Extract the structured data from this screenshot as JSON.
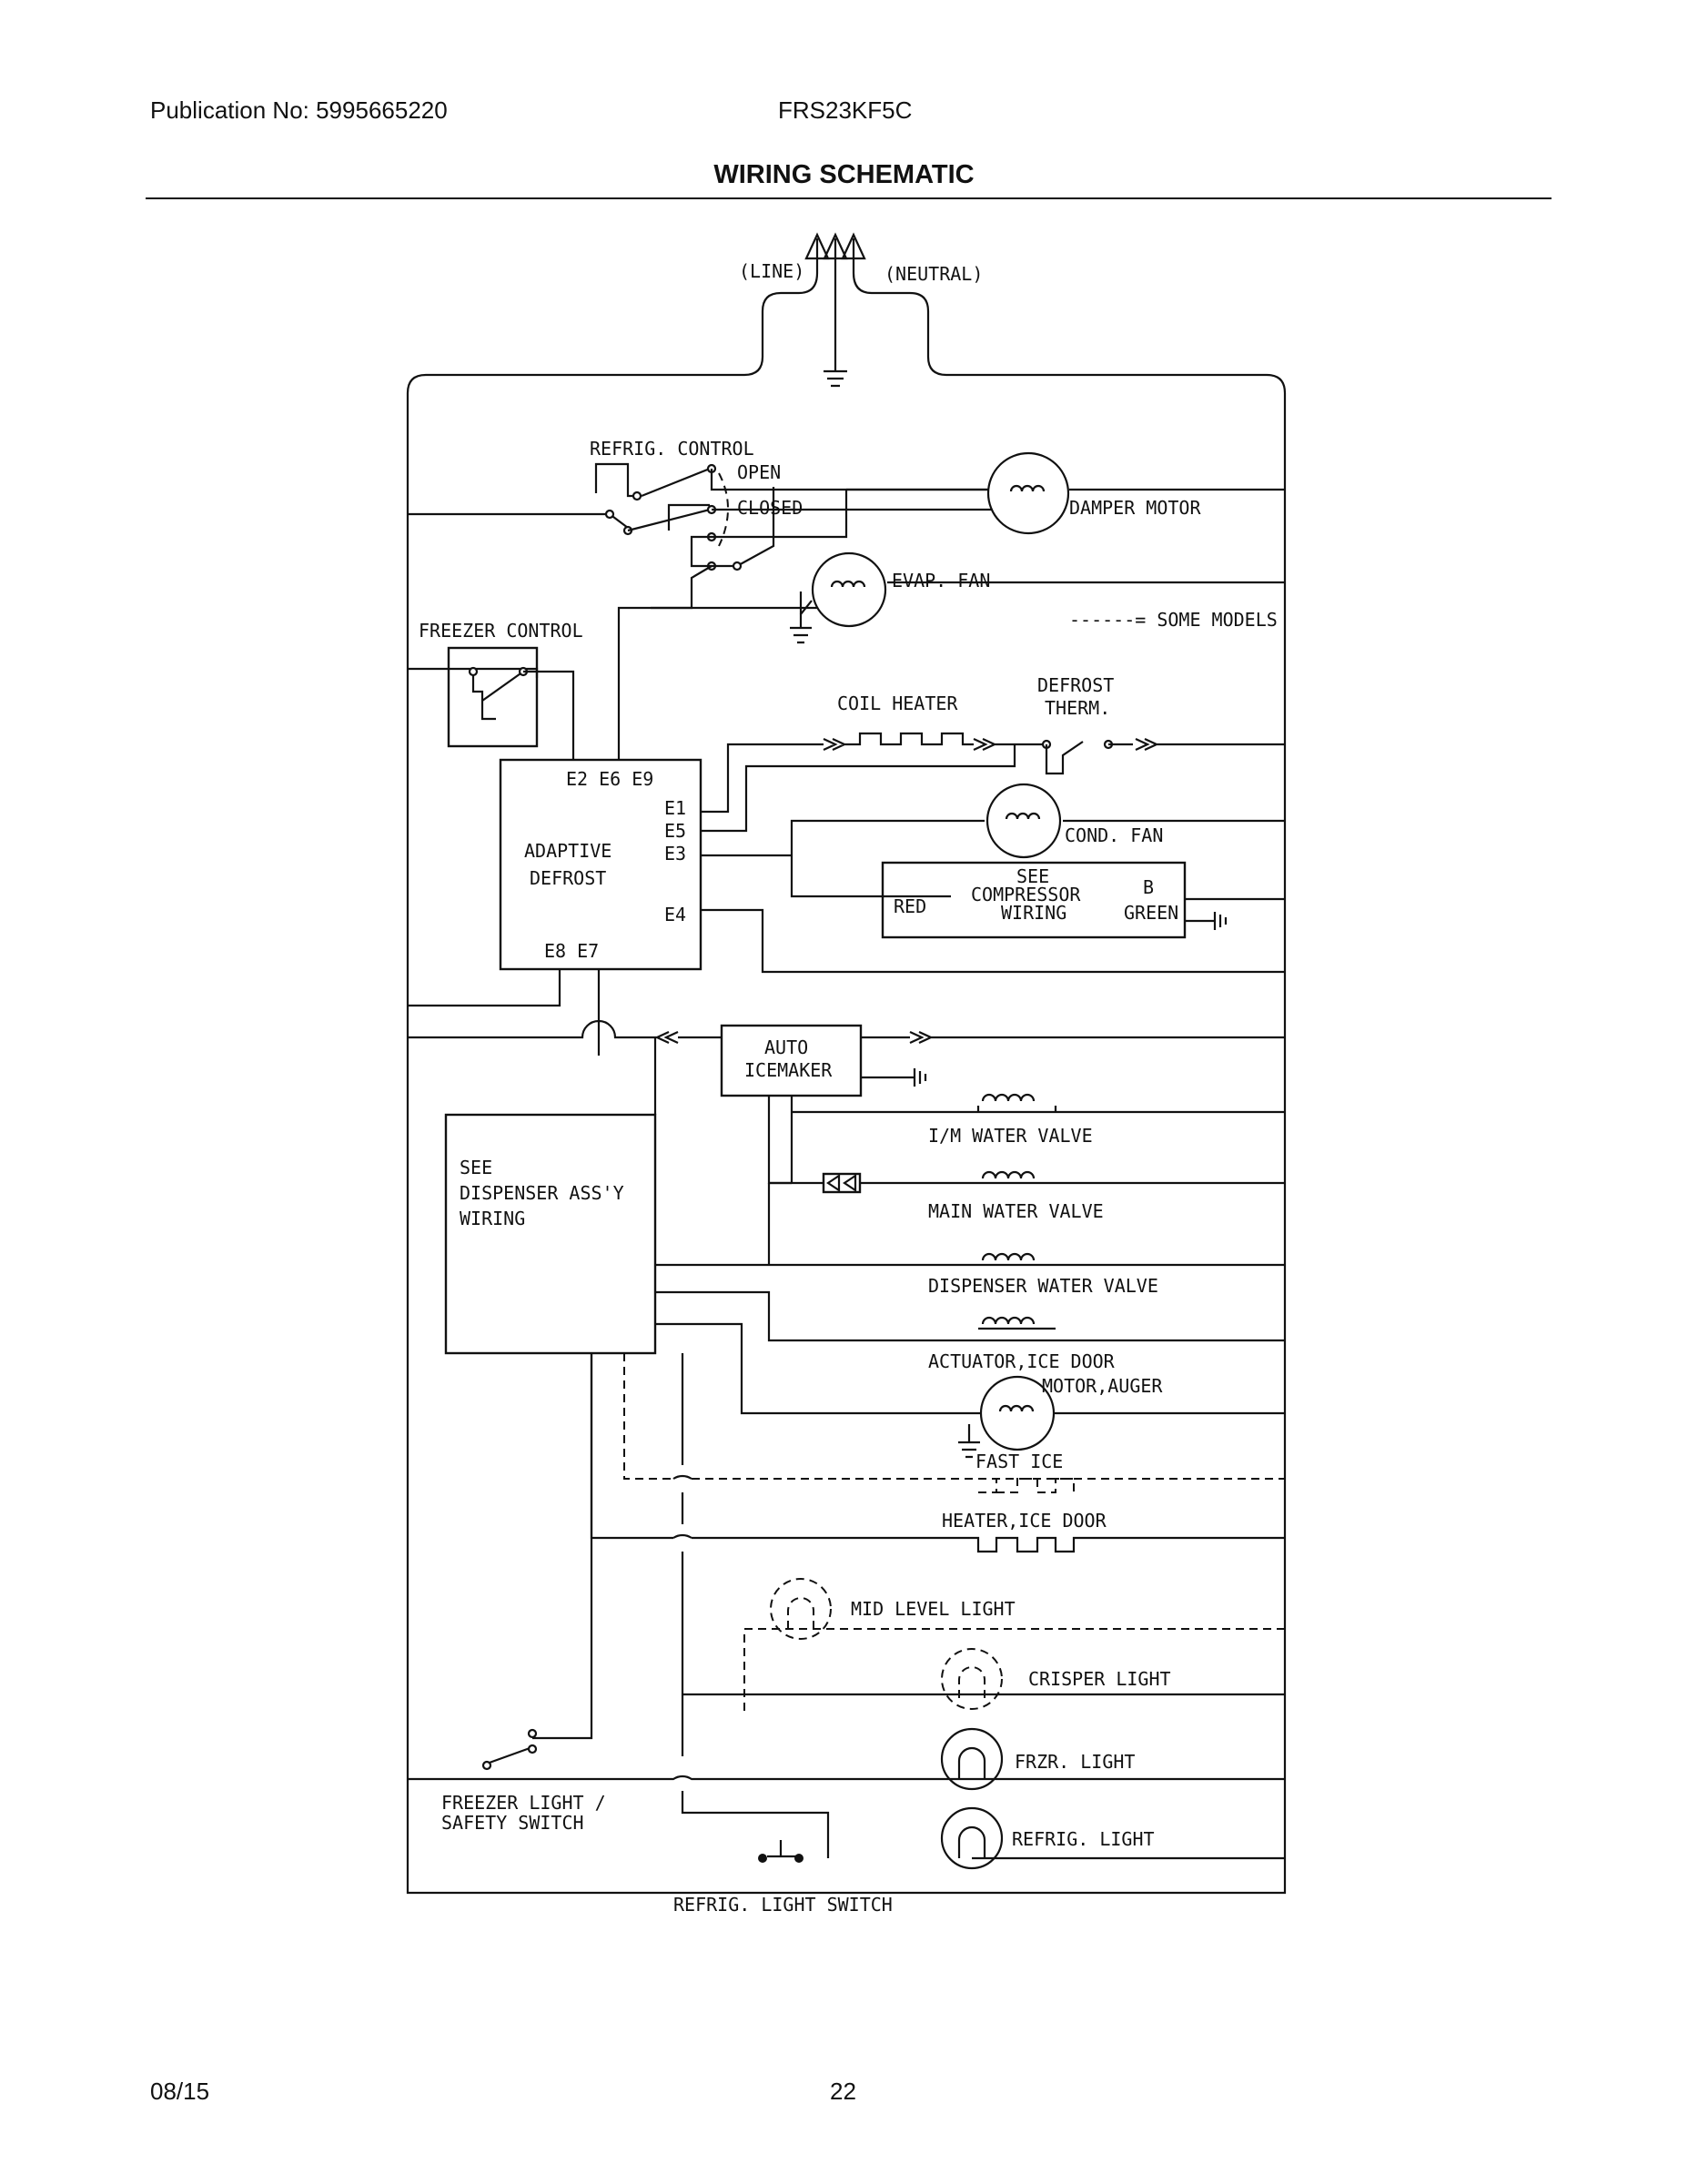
{
  "header": {
    "publication": "Publication No: 5995665220",
    "model": "FRS23KF5C",
    "title": "WIRING SCHEMATIC"
  },
  "footer": {
    "date": "08/15",
    "page": "22"
  },
  "schematic": {
    "line": "(LINE)",
    "neutral": "(NEUTRAL)",
    "refrig_control": "REFRIG. CONTROL",
    "open": "OPEN",
    "closed": "CLOSED",
    "damper_motor": "DAMPER MOTOR",
    "evap_fan": "EVAP. FAN",
    "some_models": "------= SOME MODELS",
    "freezer_control": "FREEZER CONTROL",
    "coil_heater": "COIL HEATER",
    "defrost_therm_1": "DEFROST",
    "defrost_therm_2": "THERM.",
    "adaptive_1": "ADAPTIVE",
    "adaptive_2": "DEFROST",
    "e_top": "E2 E6 E9",
    "e1": "E1",
    "e5": "E5",
    "e3": "E3",
    "e4": "E4",
    "e_bottom": "E8 E7",
    "cond_fan": "COND. FAN",
    "see_comp_1": "SEE",
    "see_comp_2": "COMPRESSOR",
    "see_comp_3": "WIRING",
    "red": "RED",
    "b": "B",
    "green": "GREEN",
    "auto_icemaker_1": "AUTO",
    "auto_icemaker_2": "ICEMAKER",
    "see_disp_1": "SEE",
    "see_disp_2": "DISPENSER ASS'Y",
    "see_disp_3": "WIRING",
    "im_water_valve": "I/M WATER VALVE",
    "main_water_valve": "MAIN WATER VALVE",
    "dispenser_water_valve": "DISPENSER WATER VALVE",
    "actuator_ice_door": "ACTUATOR,ICE DOOR",
    "motor_auger": "MOTOR,AUGER",
    "fast_ice": "FAST ICE",
    "heater_ice_door": "HEATER,ICE DOOR",
    "mid_level_light": "MID LEVEL LIGHT",
    "crisper_light": "CRISPER LIGHT",
    "frzr_light": "FRZR. LIGHT",
    "refrig_light": "REFRIG. LIGHT",
    "freezer_light_switch_1": "FREEZER LIGHT /",
    "freezer_light_switch_2": "SAFETY SWITCH",
    "refrig_light_switch": "REFRIG. LIGHT SWITCH"
  }
}
